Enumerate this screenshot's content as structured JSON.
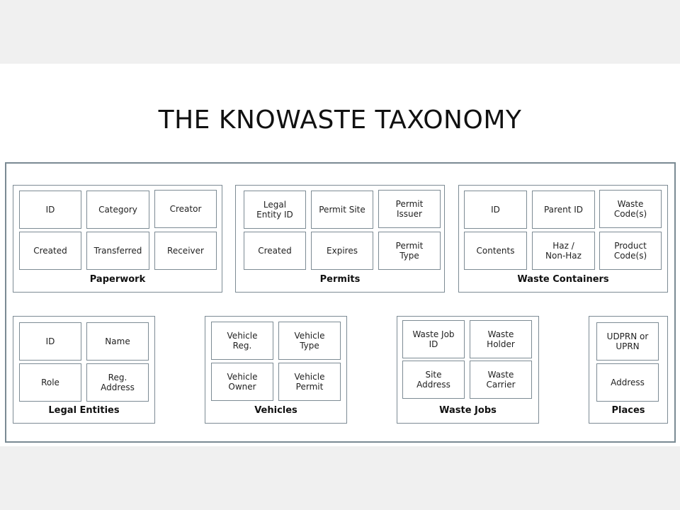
{
  "title": "THE KNOWASTE TAXONOMY",
  "groups": [
    {
      "name": "Paperwork",
      "cells": [
        "ID",
        "Category",
        "Creator",
        "Created",
        "Transferred",
        "Receiver"
      ]
    },
    {
      "name": "Permits",
      "cells": [
        "Legal\nEntity ID",
        "Permit Site",
        "Permit\nIssuer",
        "Created",
        "Expires",
        "Permit\nType"
      ]
    },
    {
      "name": "Waste Containers",
      "cells": [
        "ID",
        "Parent ID",
        "Waste\nCode(s)",
        "Contents",
        "Haz /\nNon-Haz",
        "Product\nCode(s)"
      ]
    },
    {
      "name": "Legal Entities",
      "cells": [
        "ID",
        "Name",
        "Role",
        "Reg.\nAddress"
      ]
    },
    {
      "name": "Vehicles",
      "cells": [
        "Vehicle\nReg.",
        "Vehicle\nType",
        "Vehicle\nOwner",
        "Vehicle\nPermit"
      ]
    },
    {
      "name": "Waste Jobs",
      "cells": [
        "Waste Job\nID",
        "Waste\nHolder",
        "Site\nAddress",
        "Waste\nCarrier"
      ]
    },
    {
      "name": "Places",
      "cells": [
        "UDPRN or\nUPRN",
        "Address"
      ]
    }
  ]
}
